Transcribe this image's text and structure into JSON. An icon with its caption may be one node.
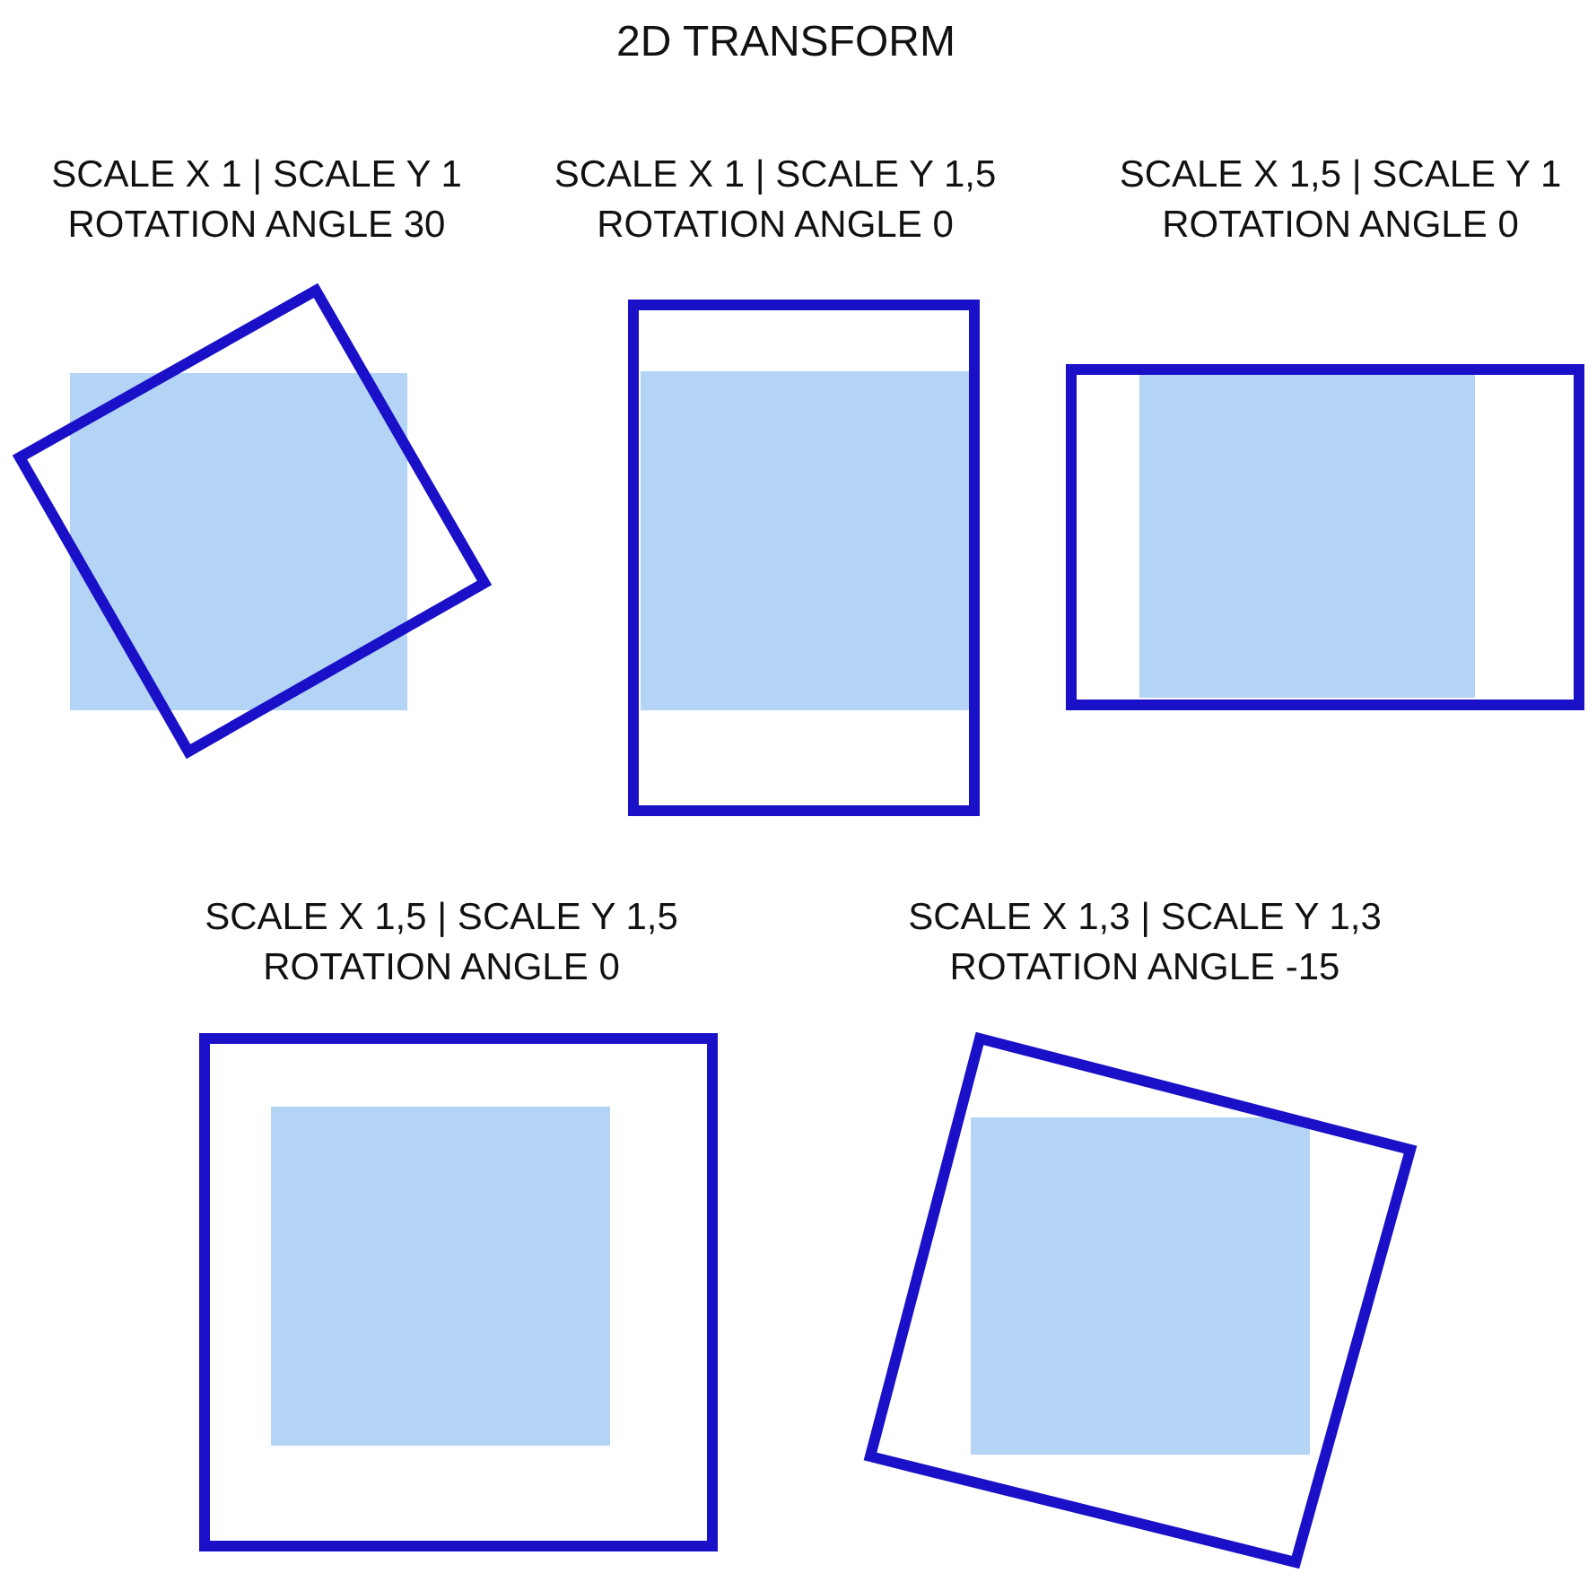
{
  "diagram": {
    "title": "2D TRANSFORM",
    "labels": [
      "SCALE X 1 | SCALE Y 1 ROTATION ANGLE 30",
      "SCALE X 1 | SCALE Y 1,5 ROTATION ANGLE 0",
      "SCALE X 1,5 | SCALE Y 1 ROTATION ANGLE 0",
      "SCALE X 1,5 | SCALE Y 1,5 ROTATION ANGLE 0",
      "SCALE X 1,3 | SCALE Y 1,3 ROTATION ANGLE -15"
    ]
  }
}
